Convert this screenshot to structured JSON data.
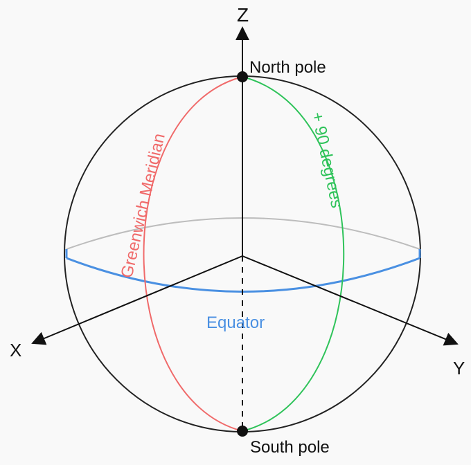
{
  "labels": {
    "axis_z": "Z",
    "axis_x": "X",
    "axis_y": "Y",
    "north_pole": "North pole",
    "south_pole": "South pole",
    "greenwich_meridian": "Greenwich Meridian",
    "ninety_degrees": "+ 90 degrees",
    "equator": "Equator"
  },
  "colors": {
    "background": "#f9f9f9",
    "outline": "#222222",
    "meridian": "#f06a6a",
    "ninety_meridian": "#2fc35a",
    "equator": "#4a90e2",
    "equator_back": "#bdbdbd",
    "axis": "#111111"
  }
}
